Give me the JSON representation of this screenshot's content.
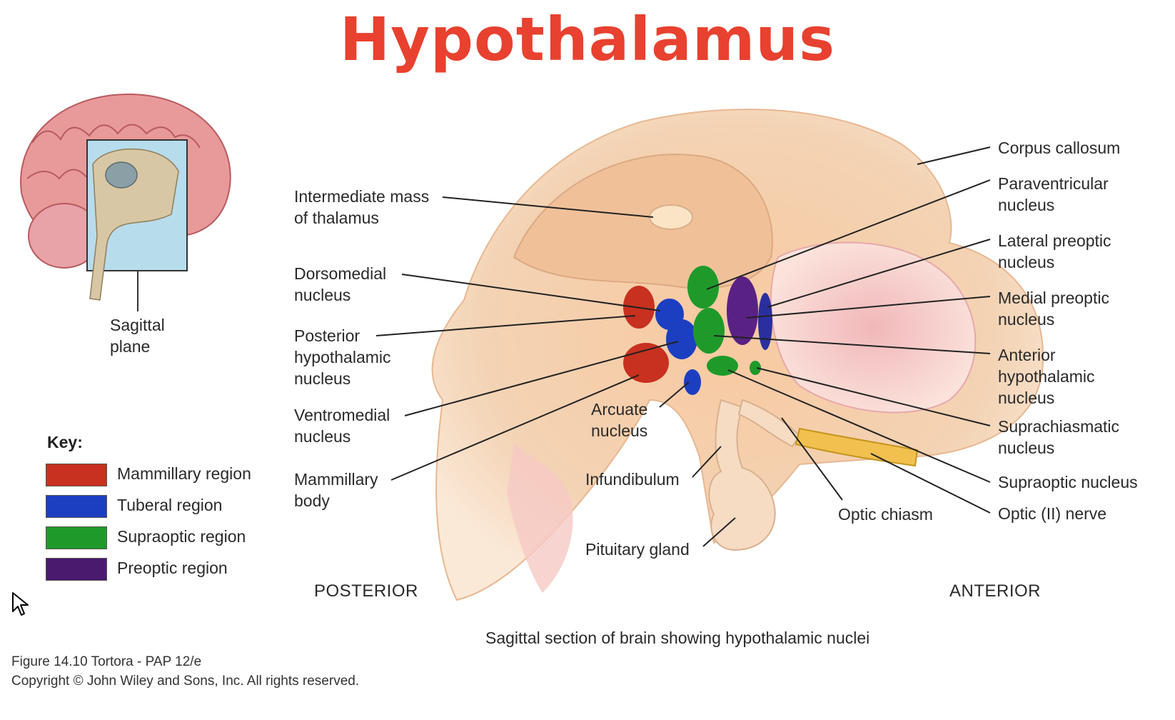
{
  "title": "Hypothalamus",
  "colors": {
    "title": "#e8412f",
    "mammillary": "#c8301f",
    "tuberal": "#1c3fc2",
    "supraoptic": "#1f9a2a",
    "preoptic": "#4a1a6e"
  },
  "left_labels": {
    "intermediate_mass": "Intermediate mass\nof thalamus",
    "dorsomedial": "Dorsomedial\nnucleus",
    "posterior_hypothalamic": "Posterior\nhypothalamic\nnucleus",
    "ventromedial": "Ventromedial\nnucleus",
    "mammillary_body": "Mammillary\nbody"
  },
  "center_labels": {
    "arcuate": "Arcuate\nnucleus",
    "infundibulum": "Infundibulum",
    "pituitary": "Pituitary gland",
    "optic_chiasm": "Optic chiasm"
  },
  "right_labels": {
    "corpus_callosum": "Corpus callosum",
    "paraventricular": "Paraventricular\nnucleus",
    "lateral_preoptic": "Lateral preoptic\nnucleus",
    "medial_preoptic": "Medial preoptic\nnucleus",
    "anterior_hypothalamic": "Anterior\nhypothalamic\nnucleus",
    "suprachiasmatic": "Suprachiasmatic\nnucleus",
    "supraoptic": "Supraoptic nucleus",
    "optic_nerve": "Optic (II) nerve"
  },
  "inset_label": "Sagittal\nplane",
  "key": {
    "title": "Key:",
    "items": [
      {
        "label": "Mammillary region",
        "color": "#c8301f"
      },
      {
        "label": "Tuberal region",
        "color": "#1c3fc2"
      },
      {
        "label": "Supraoptic region",
        "color": "#1f9a2a"
      },
      {
        "label": "Preoptic region",
        "color": "#4a1a6e"
      }
    ]
  },
  "directions": {
    "posterior": "POSTERIOR",
    "anterior": "ANTERIOR"
  },
  "caption": "Sagittal section of brain showing hypothalamic nuclei",
  "credit": {
    "figure": "Figure 14.10  Tortora - PAP 12/e",
    "copyright": "Copyright © John Wiley and Sons, Inc. All rights reserved."
  }
}
